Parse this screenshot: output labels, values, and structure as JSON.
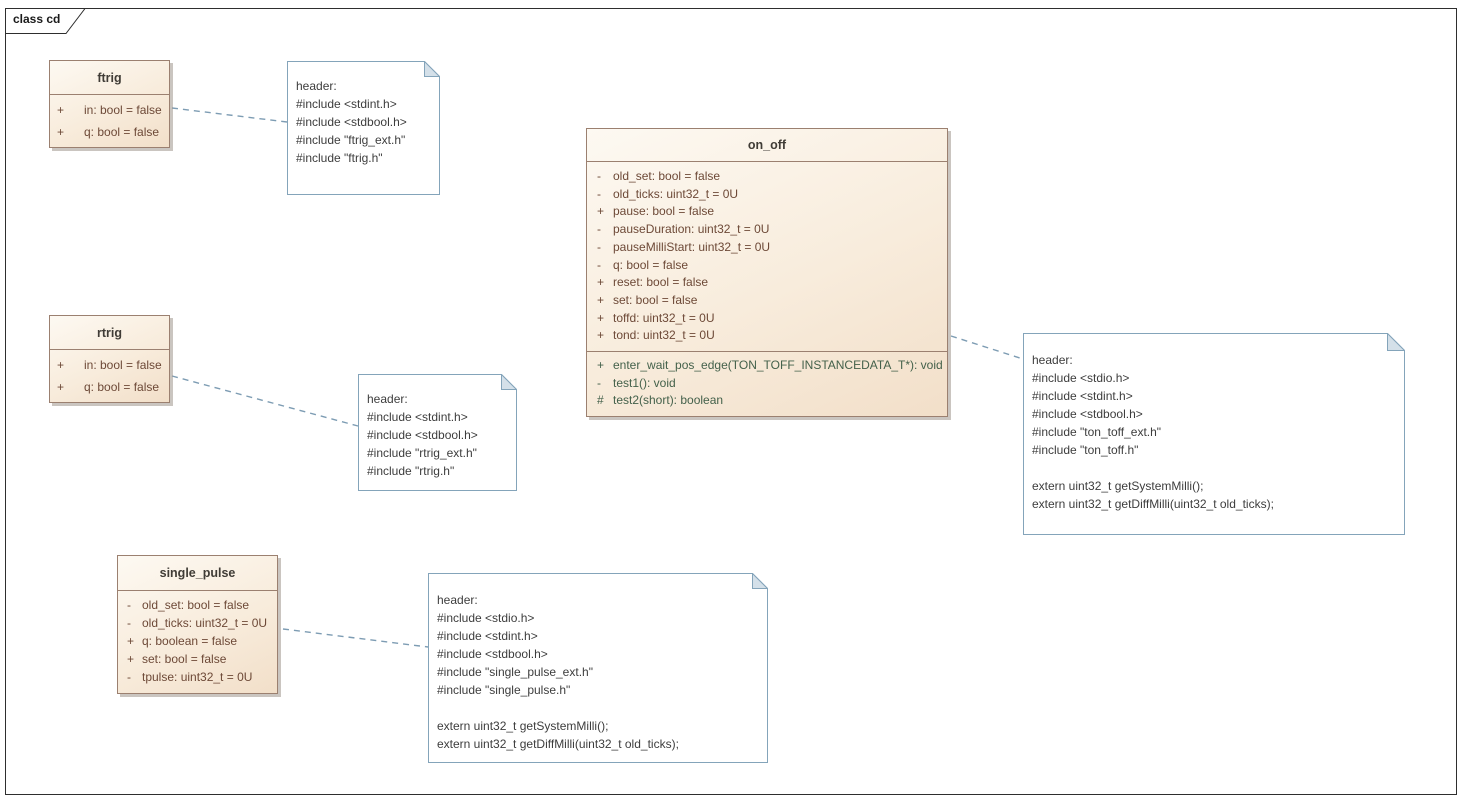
{
  "frame": {
    "tab_label": "class cd"
  },
  "colors": {
    "class_border": "#9b8070",
    "class_fill_top": "#fdf9f2",
    "class_fill_bottom": "#f2dfc9",
    "attribute_text": "#6d4937",
    "operation_text": "#44614b",
    "note_border": "#84a4ba",
    "note_fold_fill": "#d4e0e9",
    "note_text": "#3d3d3d",
    "connector": "#7d9cb3"
  },
  "classes": [
    {
      "title": "ftrig",
      "attributes": [
        {
          "vis": "+",
          "text": "in: bool = false"
        },
        {
          "vis": "+",
          "text": "q: bool = false"
        }
      ],
      "operations": []
    },
    {
      "title": "rtrig",
      "attributes": [
        {
          "vis": "+",
          "text": "in: bool = false"
        },
        {
          "vis": "+",
          "text": "q: bool = false"
        }
      ],
      "operations": []
    },
    {
      "title": "on_off",
      "attributes": [
        {
          "vis": "-",
          "text": "old_set: bool = false"
        },
        {
          "vis": "-",
          "text": "old_ticks: uint32_t = 0U"
        },
        {
          "vis": "+",
          "text": "pause: bool = false"
        },
        {
          "vis": "-",
          "text": "pauseDuration: uint32_t = 0U"
        },
        {
          "vis": "-",
          "text": "pauseMilliStart: uint32_t = 0U"
        },
        {
          "vis": "-",
          "text": "q: bool = false"
        },
        {
          "vis": "+",
          "text": "reset: bool = false"
        },
        {
          "vis": "+",
          "text": "set: bool = false"
        },
        {
          "vis": "+",
          "text": "toffd: uint32_t = 0U"
        },
        {
          "vis": "+",
          "text": "tond: uint32_t = 0U"
        }
      ],
      "operations": [
        {
          "vis": "+",
          "text": "enter_wait_pos_edge(TON_TOFF_INSTANCEDATA_T*): void"
        },
        {
          "vis": "-",
          "text": "test1(): void"
        },
        {
          "vis": "#",
          "text": "test2(short): boolean"
        }
      ]
    },
    {
      "title": "single_pulse",
      "attributes": [
        {
          "vis": "-",
          "text": "old_set: bool = false"
        },
        {
          "vis": "-",
          "text": "old_ticks: uint32_t = 0U"
        },
        {
          "vis": "+",
          "text": "q: boolean = false"
        },
        {
          "vis": "+",
          "text": "set: bool = false"
        },
        {
          "vis": "-",
          "text": "tpulse: uint32_t = 0U"
        }
      ],
      "operations": []
    }
  ],
  "notes": [
    {
      "lines": [
        "header:",
        "#include <stdint.h>",
        "#include <stdbool.h>",
        "#include \"ftrig_ext.h\"",
        "#include \"ftrig.h\""
      ]
    },
    {
      "lines": [
        "header:",
        "#include <stdint.h>",
        "#include <stdbool.h>",
        "#include \"rtrig_ext.h\"",
        "#include \"rtrig.h\""
      ]
    },
    {
      "lines": [
        "header:",
        "#include <stdio.h>",
        "#include <stdint.h>",
        "#include <stdbool.h>",
        "#include \"ton_toff_ext.h\"",
        "#include \"ton_toff.h\"",
        "",
        "extern uint32_t getSystemMilli();",
        "extern uint32_t getDiffMilli(uint32_t old_ticks);"
      ]
    },
    {
      "lines": [
        "header:",
        "#include <stdio.h>",
        "#include <stdint.h>",
        "#include <stdbool.h>",
        "#include \"single_pulse_ext.h\"",
        "#include \"single_pulse.h\"",
        "",
        "extern uint32_t getSystemMilli();",
        "extern uint32_t getDiffMilli(uint32_t old_ticks);"
      ]
    }
  ]
}
